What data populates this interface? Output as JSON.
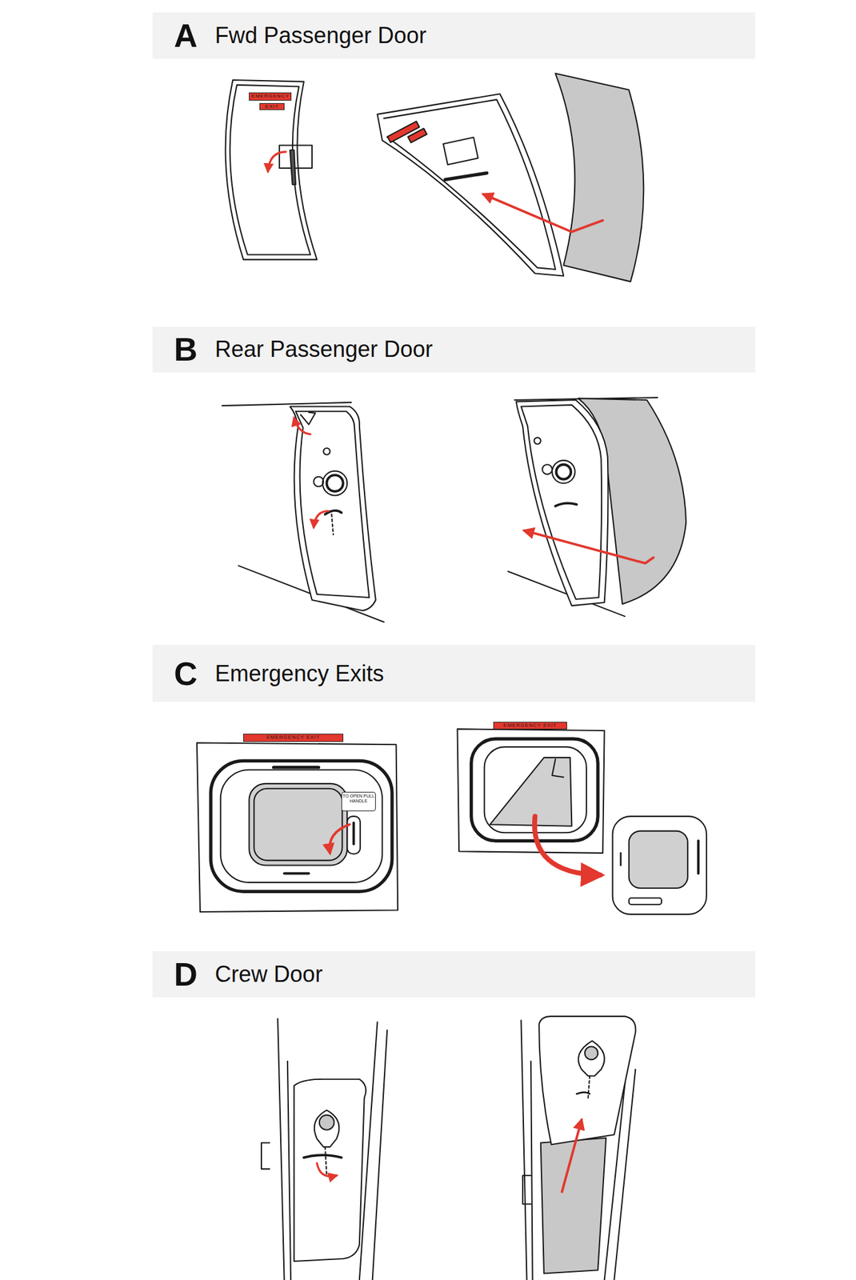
{
  "diagram": {
    "nodes": [
      {
        "text": [
          "A",
          "Fwd Passenger Door"
        ]
      },
      {
        "text": [
          "B",
          "Rear Passenger Door"
        ]
      },
      {
        "text": [
          "C",
          "Emergency Exits"
        ]
      },
      {
        "text": [
          "D",
          "Crew Door"
        ]
      }
    ],
    "labels": [
      "EMERGENCY",
      "EXIT",
      "EMERGENCY EXIT",
      "TO OPEN PULL HANDLE",
      "EMERGENCY EXIT"
    ]
  }
}
